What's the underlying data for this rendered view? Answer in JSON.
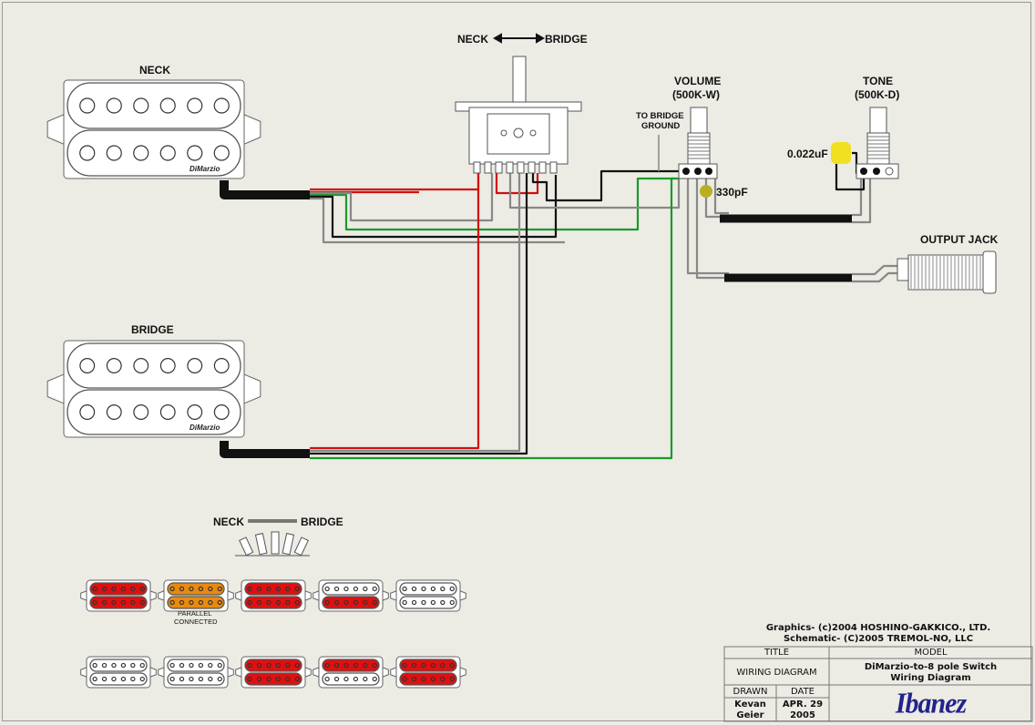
{
  "labels": {
    "switch_direction_neck": "NECK",
    "switch_direction_bridge": "BRIDGE",
    "neck_pickup": "NECK",
    "bridge_pickup": "BRIDGE",
    "pickup_brand": "DiMarzio",
    "volume": "VOLUME",
    "volume_value": "(500K-W)",
    "tone": "TONE",
    "tone_value": "(500K-D)",
    "to_bridge_ground_1": "TO BRIDGE",
    "to_bridge_ground_2": "GROUND",
    "tone_cap": "0.022uF",
    "treble_cap": "330pF",
    "output_jack": "OUTPUT JACK",
    "chart_neck": "NECK",
    "chart_bridge": "BRIDGE",
    "parallel_1": "PARALLEL",
    "parallel_2": "CONNECTED"
  },
  "colors": {
    "hot_wire": "#d01010",
    "ground_wire": "#111111",
    "green_wire": "#1a9a2a",
    "bare_wire": "#888888",
    "active_coil": "#e01010",
    "parallel_coil": "#e88a10",
    "tone_cap": "#f0e020",
    "treble_cap": "#b8b020",
    "brand": "#23238c"
  },
  "switch_positions": [
    {
      "neck": [
        "active",
        "active"
      ],
      "bridge": [
        "off",
        "off"
      ]
    },
    {
      "neck": [
        "parallel",
        "parallel"
      ],
      "bridge": [
        "off",
        "off"
      ]
    },
    {
      "neck": [
        "active",
        "active"
      ],
      "bridge": [
        "active",
        "active"
      ]
    },
    {
      "neck": [
        "off",
        "active"
      ],
      "bridge": [
        "active",
        "off"
      ]
    },
    {
      "neck": [
        "off",
        "off"
      ],
      "bridge": [
        "active",
        "active"
      ]
    }
  ],
  "title_block": {
    "credit_graphics": "Graphics- (c)2004 HOSHINO-GAKKICO., LTD.",
    "credit_schematic": "Schematic- (C)2005 TREMOL-NO, LLC",
    "title_header": "TITLE",
    "title_value": "WIRING DIAGRAM",
    "model_header": "MODEL",
    "model_value_1": "DiMarzio-to-8 pole Switch",
    "model_value_2": "Wiring Diagram",
    "drawn_header": "DRAWN",
    "drawn_value_1": "Kevan",
    "drawn_value_2": "Geier",
    "date_header": "DATE",
    "date_value_1": "APR. 29",
    "date_value_2": "2005",
    "logo": "Ibanez"
  }
}
